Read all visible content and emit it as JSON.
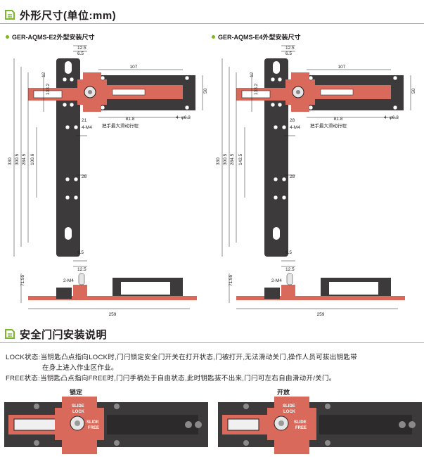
{
  "section1": {
    "title": "外形尺寸(单位:mm)",
    "icon": "document-icon"
  },
  "section2": {
    "title": "安全门闩安装说明",
    "icon": "document-icon"
  },
  "accent_color": "#9bcb3f",
  "models": [
    {
      "name": "GER-AQMS-E2外型安装尺寸",
      "dims": {
        "d12_5_top": "12.5",
        "d6_5_top": "6.5",
        "d107": "107",
        "d12": "12",
        "d133_2": "133.2",
        "d50": "50",
        "d21": "21",
        "d4m4": "4-M4",
        "d81_8": "81.8",
        "d4phi": "4- φ6.3",
        "handle_note": "把手最大滑动行程",
        "d330": "330",
        "d300_5": "300.5",
        "d284_5": "284.5",
        "dmid": "100.6",
        "d26": "26",
        "d6_5_bot": "6.5",
        "d12_5_bot": "12.5",
        "d71_55": "71.55",
        "d2m4": "2-M4",
        "d259": "259"
      }
    },
    {
      "name": "GER-AQMS-E4外型安装尺寸",
      "dims": {
        "d12_5_top": "12.5",
        "d6_5_top": "6.5",
        "d107": "107",
        "d12": "12",
        "d133_2": "133.2",
        "d50": "50",
        "d21": "28",
        "d4m4": "4-M4",
        "d81_8": "81.8",
        "d4phi": "4- φ6.3",
        "handle_note": "把手最大滑动行程",
        "d330": "330",
        "d300_5": "300.5",
        "d284_5": "284.5",
        "dmid": "142.5",
        "d26": "28",
        "d6_5_bot": "6.5",
        "d12_5_bot": "12.5",
        "d71_55": "71.55",
        "d2m4": "2-M4",
        "d259": "259"
      }
    }
  ],
  "instructions": {
    "lock_line1": "LOCK状态:当钥匙凸点指向LOCK时,门闩锁定安全门开关在打开状态,门被打开,无法滑动关门,操作人员可拔出钥匙带",
    "lock_line2": "在身上进入作业区作业。",
    "free_line": "FREE状态:当钥匙凸点指向FREE时,门闩手柄处于自由状态,此时钥匙拔不出来,门闩可左右自由滑动开/关门。"
  },
  "states": {
    "locked_label": "锁定",
    "open_label": "开放",
    "slide_lock": [
      "SLIDE",
      "LOCK"
    ],
    "slide_free": [
      "SLIDE",
      "FREE"
    ]
  },
  "colors": {
    "body": "#3d3a3b",
    "handle": "#d9695a",
    "handle_dark": "#b54b3e",
    "line": "#231f20"
  }
}
